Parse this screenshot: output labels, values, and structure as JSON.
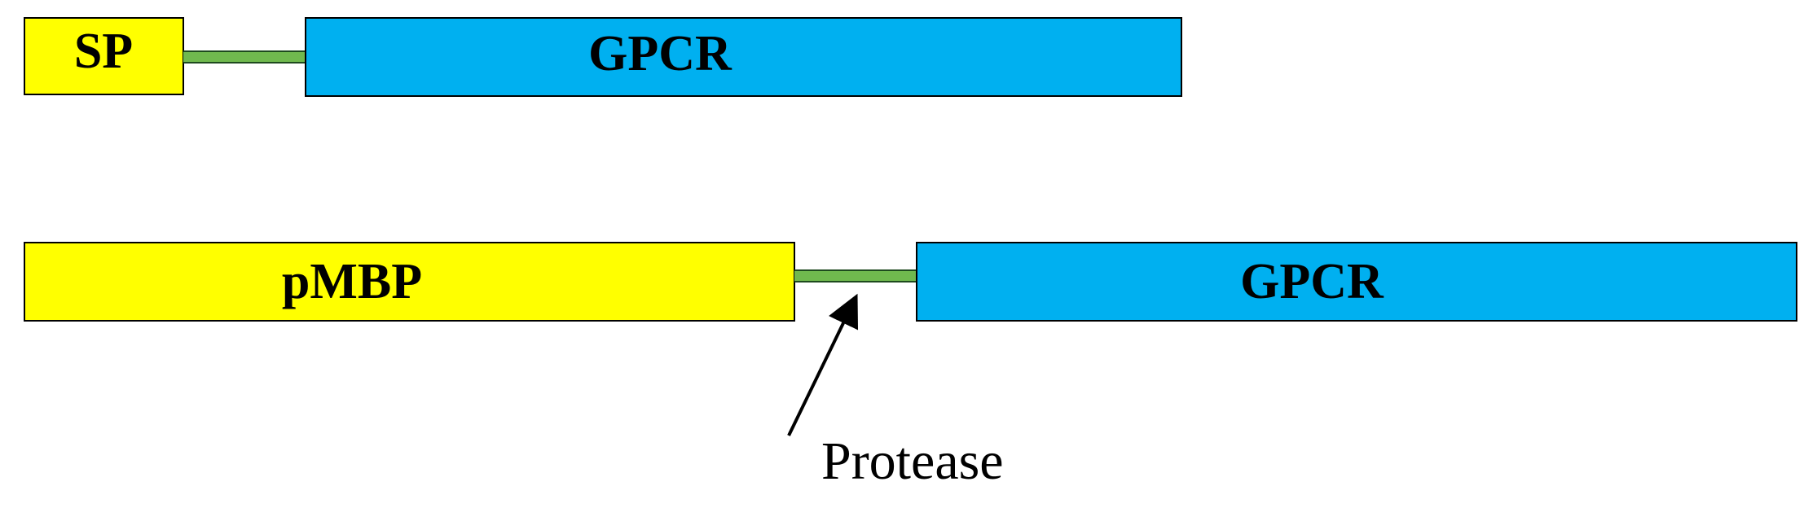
{
  "colors": {
    "signal_box": "#ffff00",
    "receptor_box": "#00b0f0",
    "linker": "#70b94e",
    "outline": "#000000",
    "text": "#000000"
  },
  "construct_1": {
    "tag_label": "SP",
    "receptor_label": "GPCR"
  },
  "construct_2": {
    "tag_label": "pMBP",
    "receptor_label": "GPCR"
  },
  "annotation": {
    "label": "Protease"
  }
}
